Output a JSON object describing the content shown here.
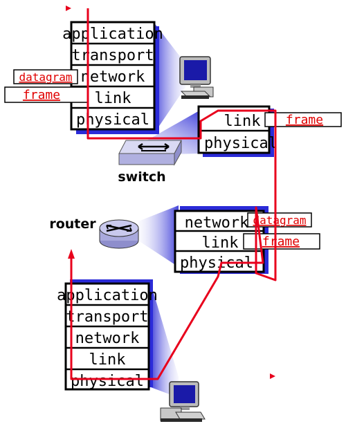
{
  "source_host": {
    "layers": [
      "application",
      "transport",
      "network",
      "link",
      "physical"
    ],
    "tags": {
      "network": "datagram",
      "link": "frame"
    }
  },
  "switch": {
    "label": "switch",
    "layers": [
      "link",
      "physical"
    ],
    "tags": {
      "link": "frame"
    }
  },
  "router": {
    "label": "router",
    "layers": [
      "network",
      "link",
      "physical"
    ],
    "tags": {
      "network": "datagram",
      "link": "frame"
    }
  },
  "destination_host": {
    "layers": [
      "application",
      "transport",
      "network",
      "link",
      "physical"
    ]
  },
  "colors": {
    "path": "#e8001c",
    "stack_shadow": "#2b2bd8",
    "router_body": "#b9b9e6",
    "switch_body": "#c9c9ee",
    "monitor_screen": "#1a1aa8"
  }
}
